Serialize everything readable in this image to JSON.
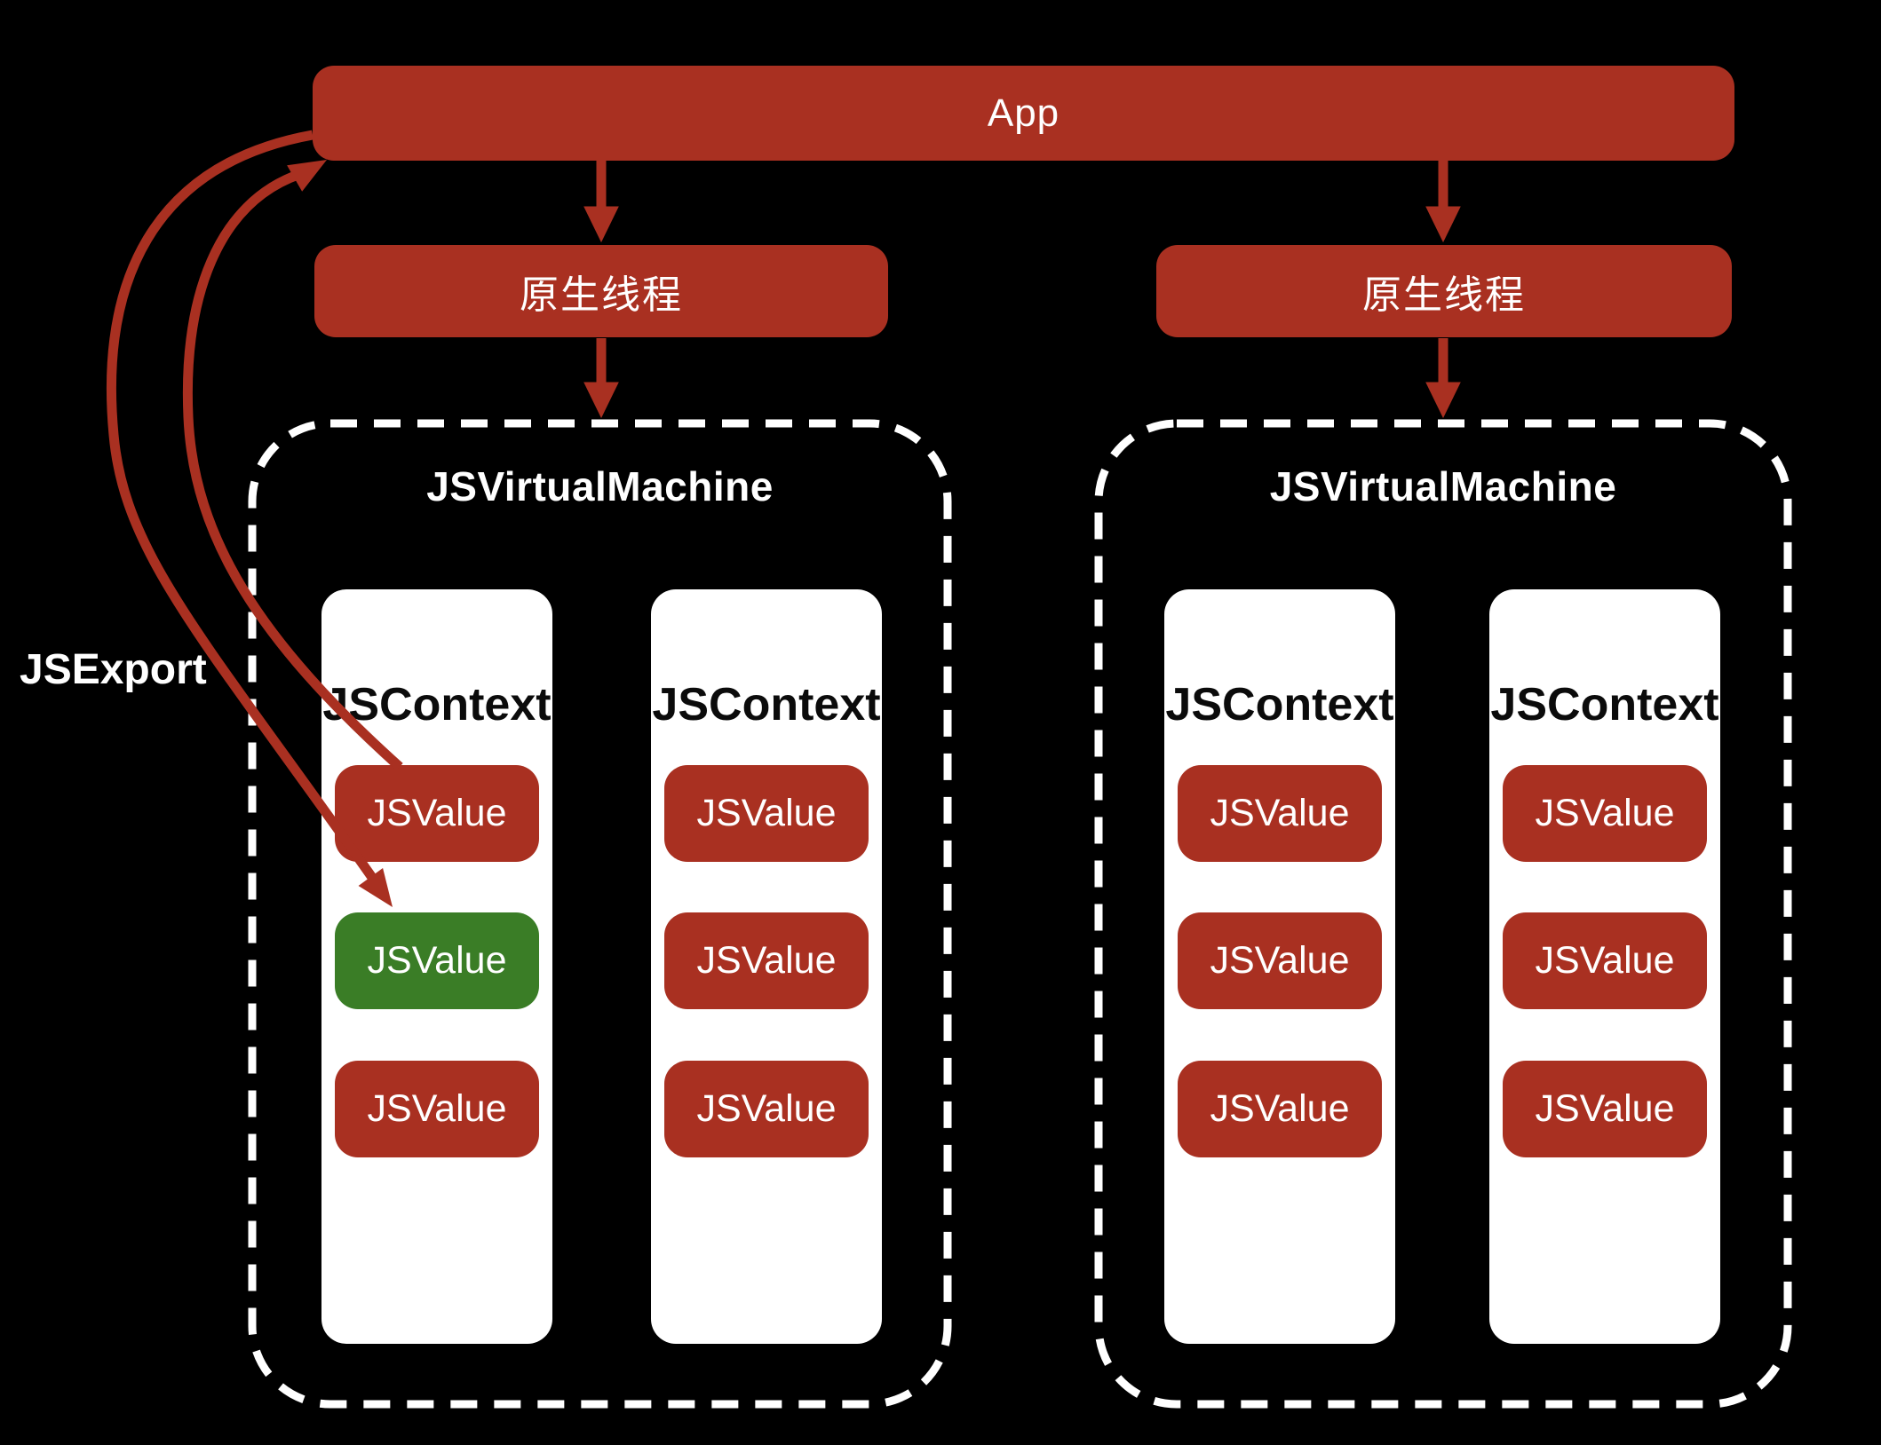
{
  "app": {
    "label": "App"
  },
  "threads": [
    {
      "label": "原生线程"
    },
    {
      "label": "原生线程"
    }
  ],
  "jsexport": {
    "label": "JSExport"
  },
  "vms": [
    {
      "label": "JSVirtualMachine",
      "contexts": [
        {
          "label": "JSContext",
          "values": [
            {
              "label": "JSValue",
              "highlight": false
            },
            {
              "label": "JSValue",
              "highlight": true
            },
            {
              "label": "JSValue",
              "highlight": false
            }
          ]
        },
        {
          "label": "JSContext",
          "values": [
            {
              "label": "JSValue",
              "highlight": false
            },
            {
              "label": "JSValue",
              "highlight": false
            },
            {
              "label": "JSValue",
              "highlight": false
            }
          ]
        }
      ]
    },
    {
      "label": "JSVirtualMachine",
      "contexts": [
        {
          "label": "JSContext",
          "values": [
            {
              "label": "JSValue",
              "highlight": false
            },
            {
              "label": "JSValue",
              "highlight": false
            },
            {
              "label": "JSValue",
              "highlight": false
            }
          ]
        },
        {
          "label": "JSContext",
          "values": [
            {
              "label": "JSValue",
              "highlight": false
            },
            {
              "label": "JSValue",
              "highlight": false
            },
            {
              "label": "JSValue",
              "highlight": false
            }
          ]
        }
      ]
    }
  ],
  "colors": {
    "background": "#000000",
    "box_red": "#A93021",
    "highlight_green": "#3A7D26",
    "panel_white": "#FFFFFF",
    "label_light": "#FFFFFF",
    "label_dark": "#0B0B0B"
  }
}
